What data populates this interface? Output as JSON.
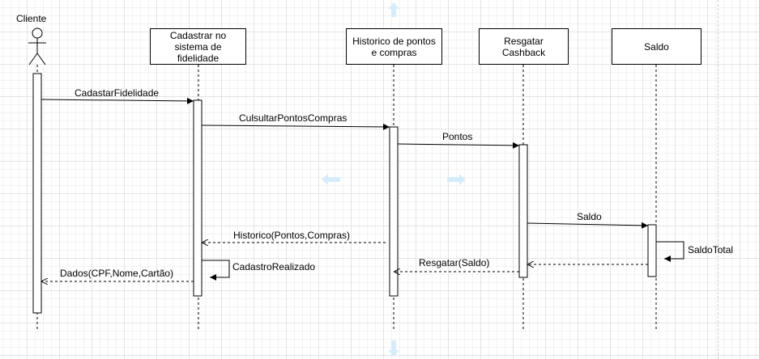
{
  "actor": {
    "name": "Cliente"
  },
  "participants": [
    {
      "id": "cadastro",
      "label": "Cadastrar no sistema de fidelidade"
    },
    {
      "id": "historico",
      "label": "Historico de pontos e compras"
    },
    {
      "id": "resgatar",
      "label": "Resgatar Cashback"
    },
    {
      "id": "saldo",
      "label": "Saldo"
    }
  ],
  "messages": [
    {
      "id": "m1",
      "label": "CadastarFidelidade",
      "style": "solid"
    },
    {
      "id": "m2",
      "label": "CulsultarPontosCompras",
      "style": "solid"
    },
    {
      "id": "m3",
      "label": "Pontos",
      "style": "solid"
    },
    {
      "id": "m4",
      "label": "Saldo",
      "style": "solid"
    },
    {
      "id": "m5",
      "label": "SaldoTotal",
      "style": "self"
    },
    {
      "id": "m6",
      "label": "Resgatar(Saldo)",
      "style": "dashed"
    },
    {
      "id": "m7",
      "label": "Historico(Pontos,Compras)",
      "style": "dashed"
    },
    {
      "id": "m8",
      "label": "CadastroRealizado",
      "style": "self"
    },
    {
      "id": "m9",
      "label": "Dados(CPF,Nome,Cartão)",
      "style": "dashed"
    }
  ],
  "colors": {
    "line": "#000000",
    "grid": "#e4e4e4",
    "hint_arrow": "#d6ecfb"
  }
}
